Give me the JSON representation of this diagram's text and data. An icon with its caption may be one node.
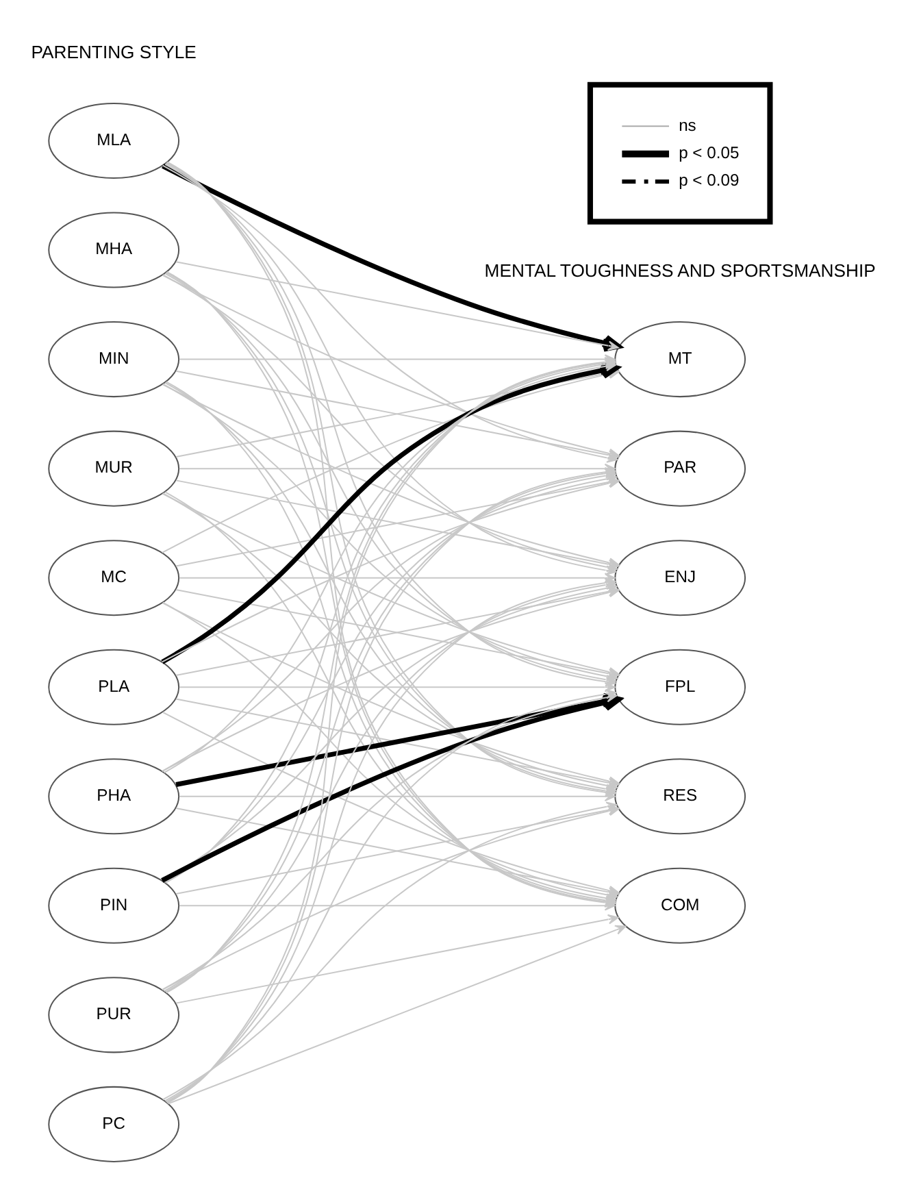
{
  "diagram": {
    "nodes": [
      {
        "text": [
          "MLA"
        ]
      },
      {
        "text": [
          "MHA"
        ]
      },
      {
        "text": [
          "MIN"
        ]
      },
      {
        "text": [
          "MUR"
        ]
      },
      {
        "text": [
          "MC"
        ]
      },
      {
        "text": [
          "PLA"
        ]
      },
      {
        "text": [
          "PHA"
        ]
      },
      {
        "text": [
          "PIN"
        ]
      },
      {
        "text": [
          "PUR"
        ]
      },
      {
        "text": [
          "PC"
        ]
      },
      {
        "text": [
          "MT"
        ]
      },
      {
        "text": [
          "PAR"
        ]
      },
      {
        "text": [
          "ENJ"
        ]
      },
      {
        "text": [
          "FPL"
        ]
      },
      {
        "text": [
          "RES"
        ]
      },
      {
        "text": [
          "COM"
        ]
      }
    ],
    "edges": [
      {
        "from": 0,
        "to": 10,
        "arrow": "to",
        "style": "thick",
        "color": "#000000"
      },
      {
        "from": 0,
        "to": 11,
        "arrow": "to"
      },
      {
        "from": 0,
        "to": 12,
        "arrow": "to"
      },
      {
        "from": 0,
        "to": 13,
        "arrow": "to"
      },
      {
        "from": 0,
        "to": 14,
        "arrow": "to"
      },
      {
        "from": 0,
        "to": 15,
        "arrow": "to"
      },
      {
        "from": 1,
        "to": 10,
        "arrow": "to"
      },
      {
        "from": 1,
        "to": 11,
        "arrow": "to"
      },
      {
        "from": 1,
        "to": 12,
        "arrow": "to"
      },
      {
        "from": 1,
        "to": 13,
        "arrow": "to"
      },
      {
        "from": 1,
        "to": 14,
        "arrow": "to"
      },
      {
        "from": 1,
        "to": 15,
        "arrow": "to"
      },
      {
        "from": 2,
        "to": 10,
        "arrow": "to"
      },
      {
        "from": 2,
        "to": 11,
        "arrow": "to"
      },
      {
        "from": 2,
        "to": 12,
        "arrow": "to"
      },
      {
        "from": 2,
        "to": 13,
        "arrow": "to"
      },
      {
        "from": 2,
        "to": 14,
        "arrow": "to"
      },
      {
        "from": 2,
        "to": 15,
        "arrow": "to"
      },
      {
        "from": 3,
        "to": 10,
        "arrow": "to"
      },
      {
        "from": 3,
        "to": 11,
        "arrow": "to"
      },
      {
        "from": 3,
        "to": 12,
        "arrow": "to"
      },
      {
        "from": 3,
        "to": 13,
        "arrow": "to"
      },
      {
        "from": 3,
        "to": 14,
        "arrow": "to"
      },
      {
        "from": 3,
        "to": 15,
        "arrow": "to"
      },
      {
        "from": 4,
        "to": 10,
        "arrow": "to"
      },
      {
        "from": 4,
        "to": 11,
        "arrow": "to"
      },
      {
        "from": 4,
        "to": 12,
        "arrow": "to"
      },
      {
        "from": 4,
        "to": 13,
        "arrow": "to"
      },
      {
        "from": 4,
        "to": 14,
        "arrow": "to"
      },
      {
        "from": 4,
        "to": 15,
        "arrow": "to"
      },
      {
        "from": 5,
        "to": 10,
        "arrow": "to",
        "style": "thick",
        "color": "#000000"
      },
      {
        "from": 5,
        "to": 11,
        "arrow": "to"
      },
      {
        "from": 5,
        "to": 12,
        "arrow": "to"
      },
      {
        "from": 5,
        "to": 13,
        "arrow": "to"
      },
      {
        "from": 5,
        "to": 14,
        "arrow": "to"
      },
      {
        "from": 5,
        "to": 15,
        "arrow": "to"
      },
      {
        "from": 6,
        "to": 10,
        "arrow": "to"
      },
      {
        "from": 6,
        "to": 11,
        "arrow": "to"
      },
      {
        "from": 6,
        "to": 12,
        "arrow": "to"
      },
      {
        "from": 6,
        "to": 13,
        "arrow": "to",
        "style": "thick",
        "color": "#000000"
      },
      {
        "from": 6,
        "to": 14,
        "arrow": "to"
      },
      {
        "from": 6,
        "to": 15,
        "arrow": "to"
      },
      {
        "from": 7,
        "to": 10,
        "arrow": "to"
      },
      {
        "from": 7,
        "to": 11,
        "arrow": "to"
      },
      {
        "from": 7,
        "to": 12,
        "arrow": "to"
      },
      {
        "from": 7,
        "to": 13,
        "arrow": "to",
        "style": "thick",
        "color": "#000000"
      },
      {
        "from": 7,
        "to": 14,
        "arrow": "to"
      },
      {
        "from": 7,
        "to": 15,
        "arrow": "to"
      },
      {
        "from": 8,
        "to": 10,
        "arrow": "to"
      },
      {
        "from": 8,
        "to": 11,
        "arrow": "to"
      },
      {
        "from": 8,
        "to": 12,
        "arrow": "to"
      },
      {
        "from": 8,
        "to": 13,
        "arrow": "to"
      },
      {
        "from": 8,
        "to": 14,
        "arrow": "to"
      },
      {
        "from": 8,
        "to": 15,
        "arrow": "to"
      },
      {
        "from": 9,
        "to": 10,
        "arrow": "to"
      },
      {
        "from": 9,
        "to": 11,
        "arrow": "to"
      },
      {
        "from": 9,
        "to": 12,
        "arrow": "to"
      },
      {
        "from": 9,
        "to": 13,
        "arrow": "to"
      },
      {
        "from": 9,
        "to": 14,
        "arrow": "to"
      },
      {
        "from": 9,
        "to": 15,
        "arrow": "to"
      }
    ],
    "labels": [
      "PARENTING STYLE",
      "MENTAL TOUGHNESS AND SPORTSMANSHIP"
    ],
    "legend": [
      {
        "text": "ns"
      },
      {
        "text": "p < 0.05"
      },
      {
        "text": "p < 0.09"
      }
    ]
  }
}
